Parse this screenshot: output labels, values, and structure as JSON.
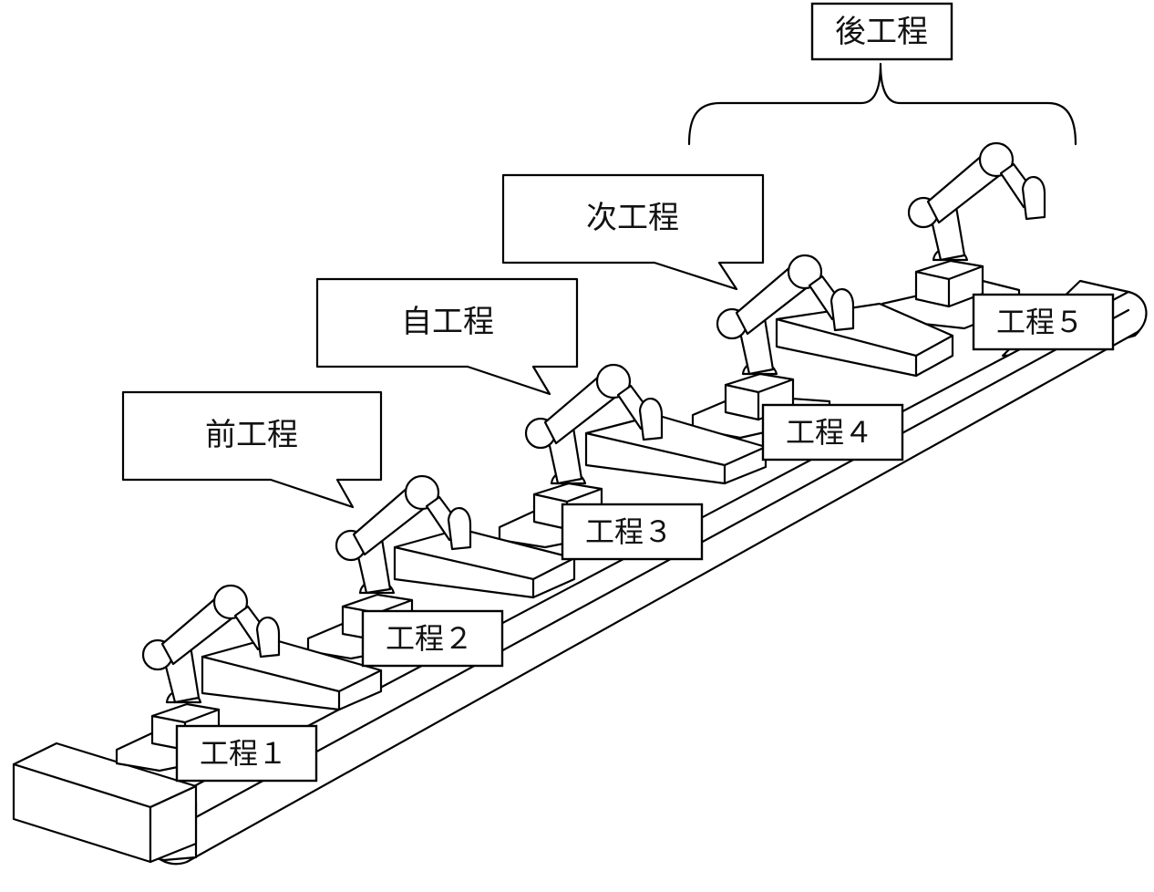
{
  "title": "後工程",
  "callouts": {
    "previous": "前工程",
    "current": "自工程",
    "next": "次工程"
  },
  "stations": [
    {
      "label": "工程１"
    },
    {
      "label": "工程２"
    },
    {
      "label": "工程３"
    },
    {
      "label": "工程４"
    },
    {
      "label": "工程５"
    }
  ]
}
